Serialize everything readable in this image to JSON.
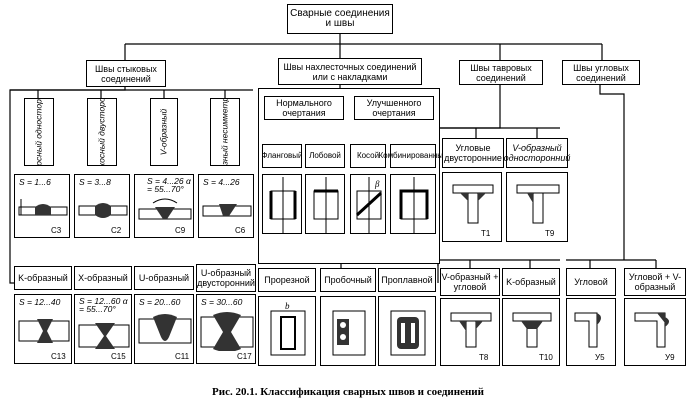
{
  "root": "Сварные соединения и швы",
  "categories": {
    "butt": "Швы стыковых соединений",
    "lap": "Швы нахлесточных соединений или с накладками",
    "tee": "Швы тавровых соединений",
    "corner": "Швы угловых соединений"
  },
  "lap_sub": {
    "normal": "Нормального очертания",
    "improved": "Улучшенного очертания"
  },
  "lap_types": [
    "Фланговый",
    "Лобовой",
    "Косой",
    "Комбинированный"
  ],
  "butt_vertical": [
    "Бесскосный односторонний",
    "Бесскосный двусторонний",
    "V-образный",
    "V-образный несимметричный"
  ],
  "tee_top": [
    "Угловые двусторонние",
    "V-образный односторонний"
  ],
  "bottom_labels": {
    "k": "K-образный",
    "x": "X-образный",
    "u": "U-образный",
    "u2": "U-образный двусторонний",
    "slot": "Прорезной",
    "plug": "Пробочный",
    "melt": "Проплавной",
    "tee_v_fillet": "V-образный + угловой",
    "tee_k": "K-образный",
    "corner_fillet": "Угловой",
    "corner_v_fillet": "Угловой + V-образный"
  },
  "butt_top_panels": [
    {
      "param": "S = 1...6",
      "code": "С3"
    },
    {
      "param": "S = 3...8",
      "code": "С2"
    },
    {
      "param": "S = 4...26 α = 55...70°",
      "code": "С9"
    },
    {
      "param": "S = 4...26",
      "code": "С6"
    }
  ],
  "butt_bottom_panels": [
    {
      "param": "S = 12...40",
      "code": "С13"
    },
    {
      "param": "S = 12...60 α = 55...70°",
      "code": "С15"
    },
    {
      "param": "S = 20...60",
      "code": "С11"
    },
    {
      "param": "S = 30...60",
      "code": "С17"
    }
  ],
  "tee_codes": {
    "t1": "Т1",
    "t9": "Т9",
    "t8": "Т8",
    "t10": "Т10"
  },
  "corner_codes": {
    "u5": "У5",
    "u9": "У9"
  },
  "slot_dim": "b",
  "skew_angle": "β",
  "caption": "Рис. 20.1. Классификация сварных швов и соединений"
}
